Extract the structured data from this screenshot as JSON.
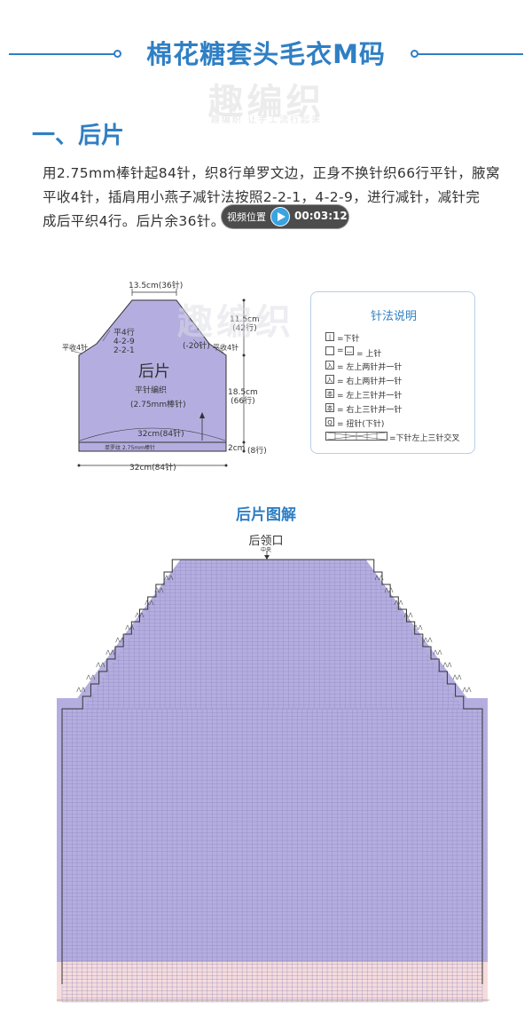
{
  "header": {
    "title": "棉花糖套头毛衣M码",
    "watermark_main": "趣编织",
    "watermark_sub": "趣编织 让手工流行起来"
  },
  "section": {
    "title": "一、后片"
  },
  "instructions": {
    "line1": "用2.75mm棒针起84针，织8行单罗文边，正身不换针织66行平针，腋窝",
    "line2": "平收4针，插肩用小燕子减针法按照2-2-1，4-2-9，进行减针，减针完",
    "line3": "成后平织4行。后片余36针。"
  },
  "video": {
    "label": "视频位置",
    "time": "00:03:12"
  },
  "diagram": {
    "top_width": "13.5cm(36针)",
    "left_rows": [
      "平4行",
      "4-2-9",
      "2-2-1"
    ],
    "left_cast_off": "平收4针",
    "right_dec": "(-20针)",
    "right_cast_off": "平收4针",
    "piece_name": "后片",
    "stitch_type": "平针编织",
    "needle": "(2.75mm棒针)",
    "body_width": "32cm(84针)",
    "rib_label": "单罗纹 2.75mm棒针",
    "raglan_height": "11.5cm",
    "raglan_rows": "(42行)",
    "body_height": "18.5cm",
    "body_rows": "(66行)",
    "rib_height": "2cm",
    "rib_rows": "(8行)",
    "bottom_width": "32cm(84针)"
  },
  "legend": {
    "title": "针法说明",
    "items": [
      {
        "symbol": "|",
        "text": "=下针"
      },
      {
        "symbol": "—",
        "text": "= 上针",
        "prefix": "□ ="
      },
      {
        "symbol": "入",
        "text": "= 左上两针并一针"
      },
      {
        "symbol": "入",
        "text": "= 右上两针并一针"
      },
      {
        "symbol": "本",
        "text": "= 左上三针并一针"
      },
      {
        "symbol": "本",
        "text": "= 右上三针并一针"
      },
      {
        "symbol": "Q",
        "text": "= 扭针(下针)"
      }
    ],
    "cable_text": "=下针左上三针交叉"
  },
  "chart": {
    "heading": "后片图解",
    "neck_label": "后领口",
    "center_label": "中央",
    "stitches_total": 84,
    "rows_total": 120,
    "neck_stitches": 36,
    "cast_off_each_side": 4,
    "colors": {
      "body": "#b4aee0",
      "rib": "#f6dcdc",
      "grid": "#8d87bf",
      "outline": "#333333",
      "accent": "#2f7fc4"
    }
  }
}
